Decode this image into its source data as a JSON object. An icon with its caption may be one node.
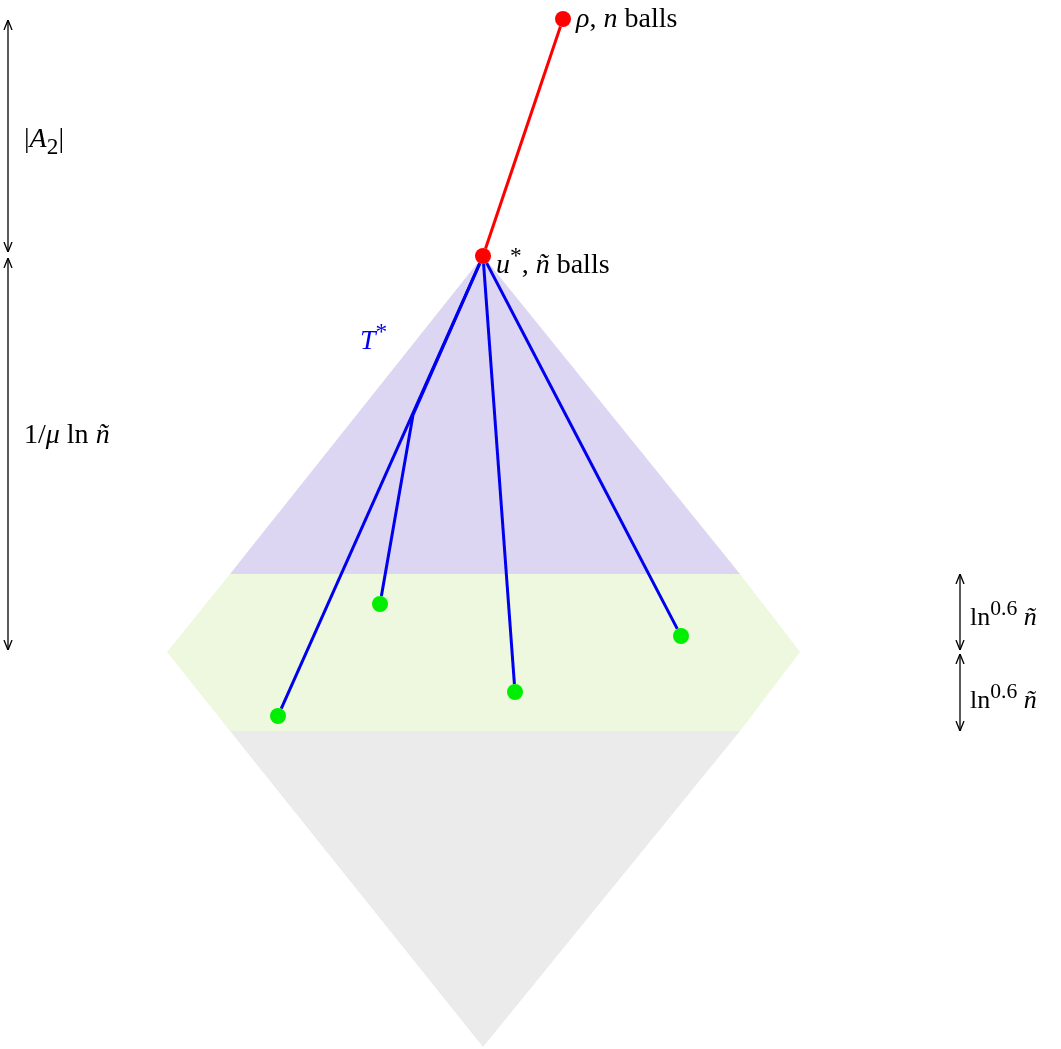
{
  "diagram": {
    "nodes": [
      {
        "text": [],
        "shape": "circle",
        "beside": [
          "*ρ*, *n* balls"
        ]
      },
      {
        "text": [],
        "shape": "circle",
        "beside": [
          "*u*$^{*}$, *ñ* balls"
        ]
      },
      {
        "text": [],
        "shape": "circle"
      },
      {
        "text": [],
        "shape": "circle"
      },
      {
        "text": [],
        "shape": "circle"
      },
      {
        "text": [],
        "shape": "circle"
      }
    ],
    "edges": [
      {
        "from": 0,
        "to": 1,
        "arrow": "none",
        "color": "#ff0000"
      },
      {
        "from": 1,
        "to": 2,
        "arrow": "none"
      },
      {
        "from": 1,
        "to": 3,
        "arrow": "none"
      },
      {
        "from": 1,
        "to": 4,
        "arrow": "none"
      },
      {
        "from": 1,
        "to": 5,
        "arrow": "none"
      }
    ],
    "labels": [
      "|*A*$_{2}$|",
      "*T*$^{*}$",
      "1/*μ* ln *ñ*",
      "ln$^{0.6}$ *ñ*",
      "ln$^{0.6}$ *ñ*"
    ]
  }
}
